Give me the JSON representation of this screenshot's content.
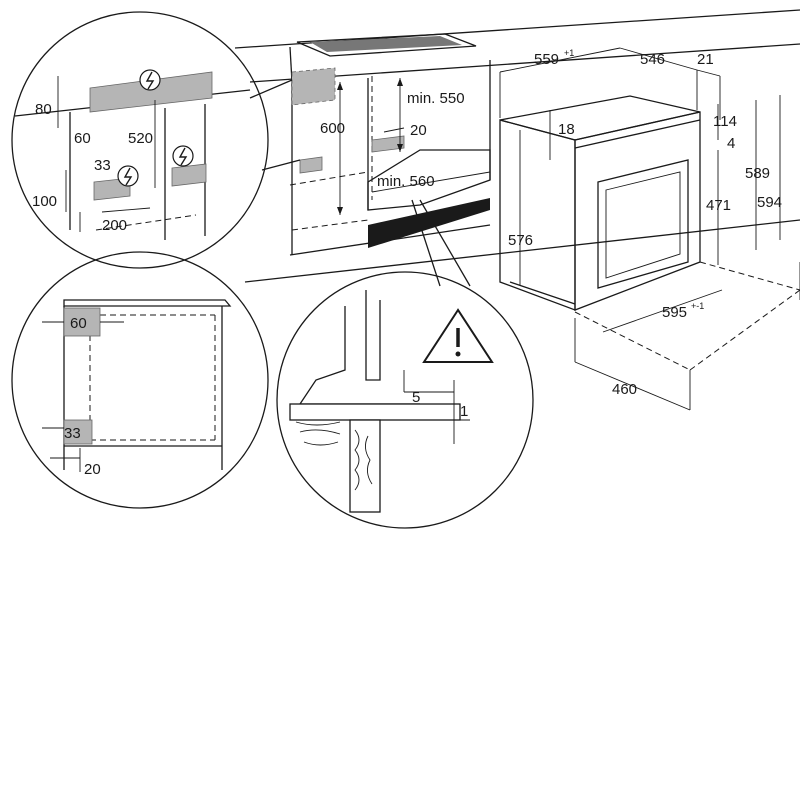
{
  "dimensions": {
    "d80": "80",
    "d60_top": "60",
    "d520": "520",
    "d33_top": "33",
    "d100": "100",
    "d200": "200",
    "d600": "600",
    "min550": "min. 550",
    "d20_top": "20",
    "min560": "min. 560",
    "d60_box": "60",
    "d33_box": "33",
    "d20_bottom": "20",
    "d5": "5",
    "d1": "1",
    "d559": "559",
    "d559_tol": "+1",
    "d546": "546",
    "d21": "21",
    "d114": "114",
    "d4": "4",
    "d18": "18",
    "d589": "589",
    "d594": "594",
    "d471": "471",
    "d576": "576",
    "d595": "595",
    "d595_tol": "+-1",
    "d460": "460"
  },
  "icons": [
    "electric-hazard-icon",
    "warning-triangle-icon"
  ],
  "colors": {
    "line": "#1a1a1a",
    "shading": "#b5b5b5",
    "background": "#ffffff"
  }
}
